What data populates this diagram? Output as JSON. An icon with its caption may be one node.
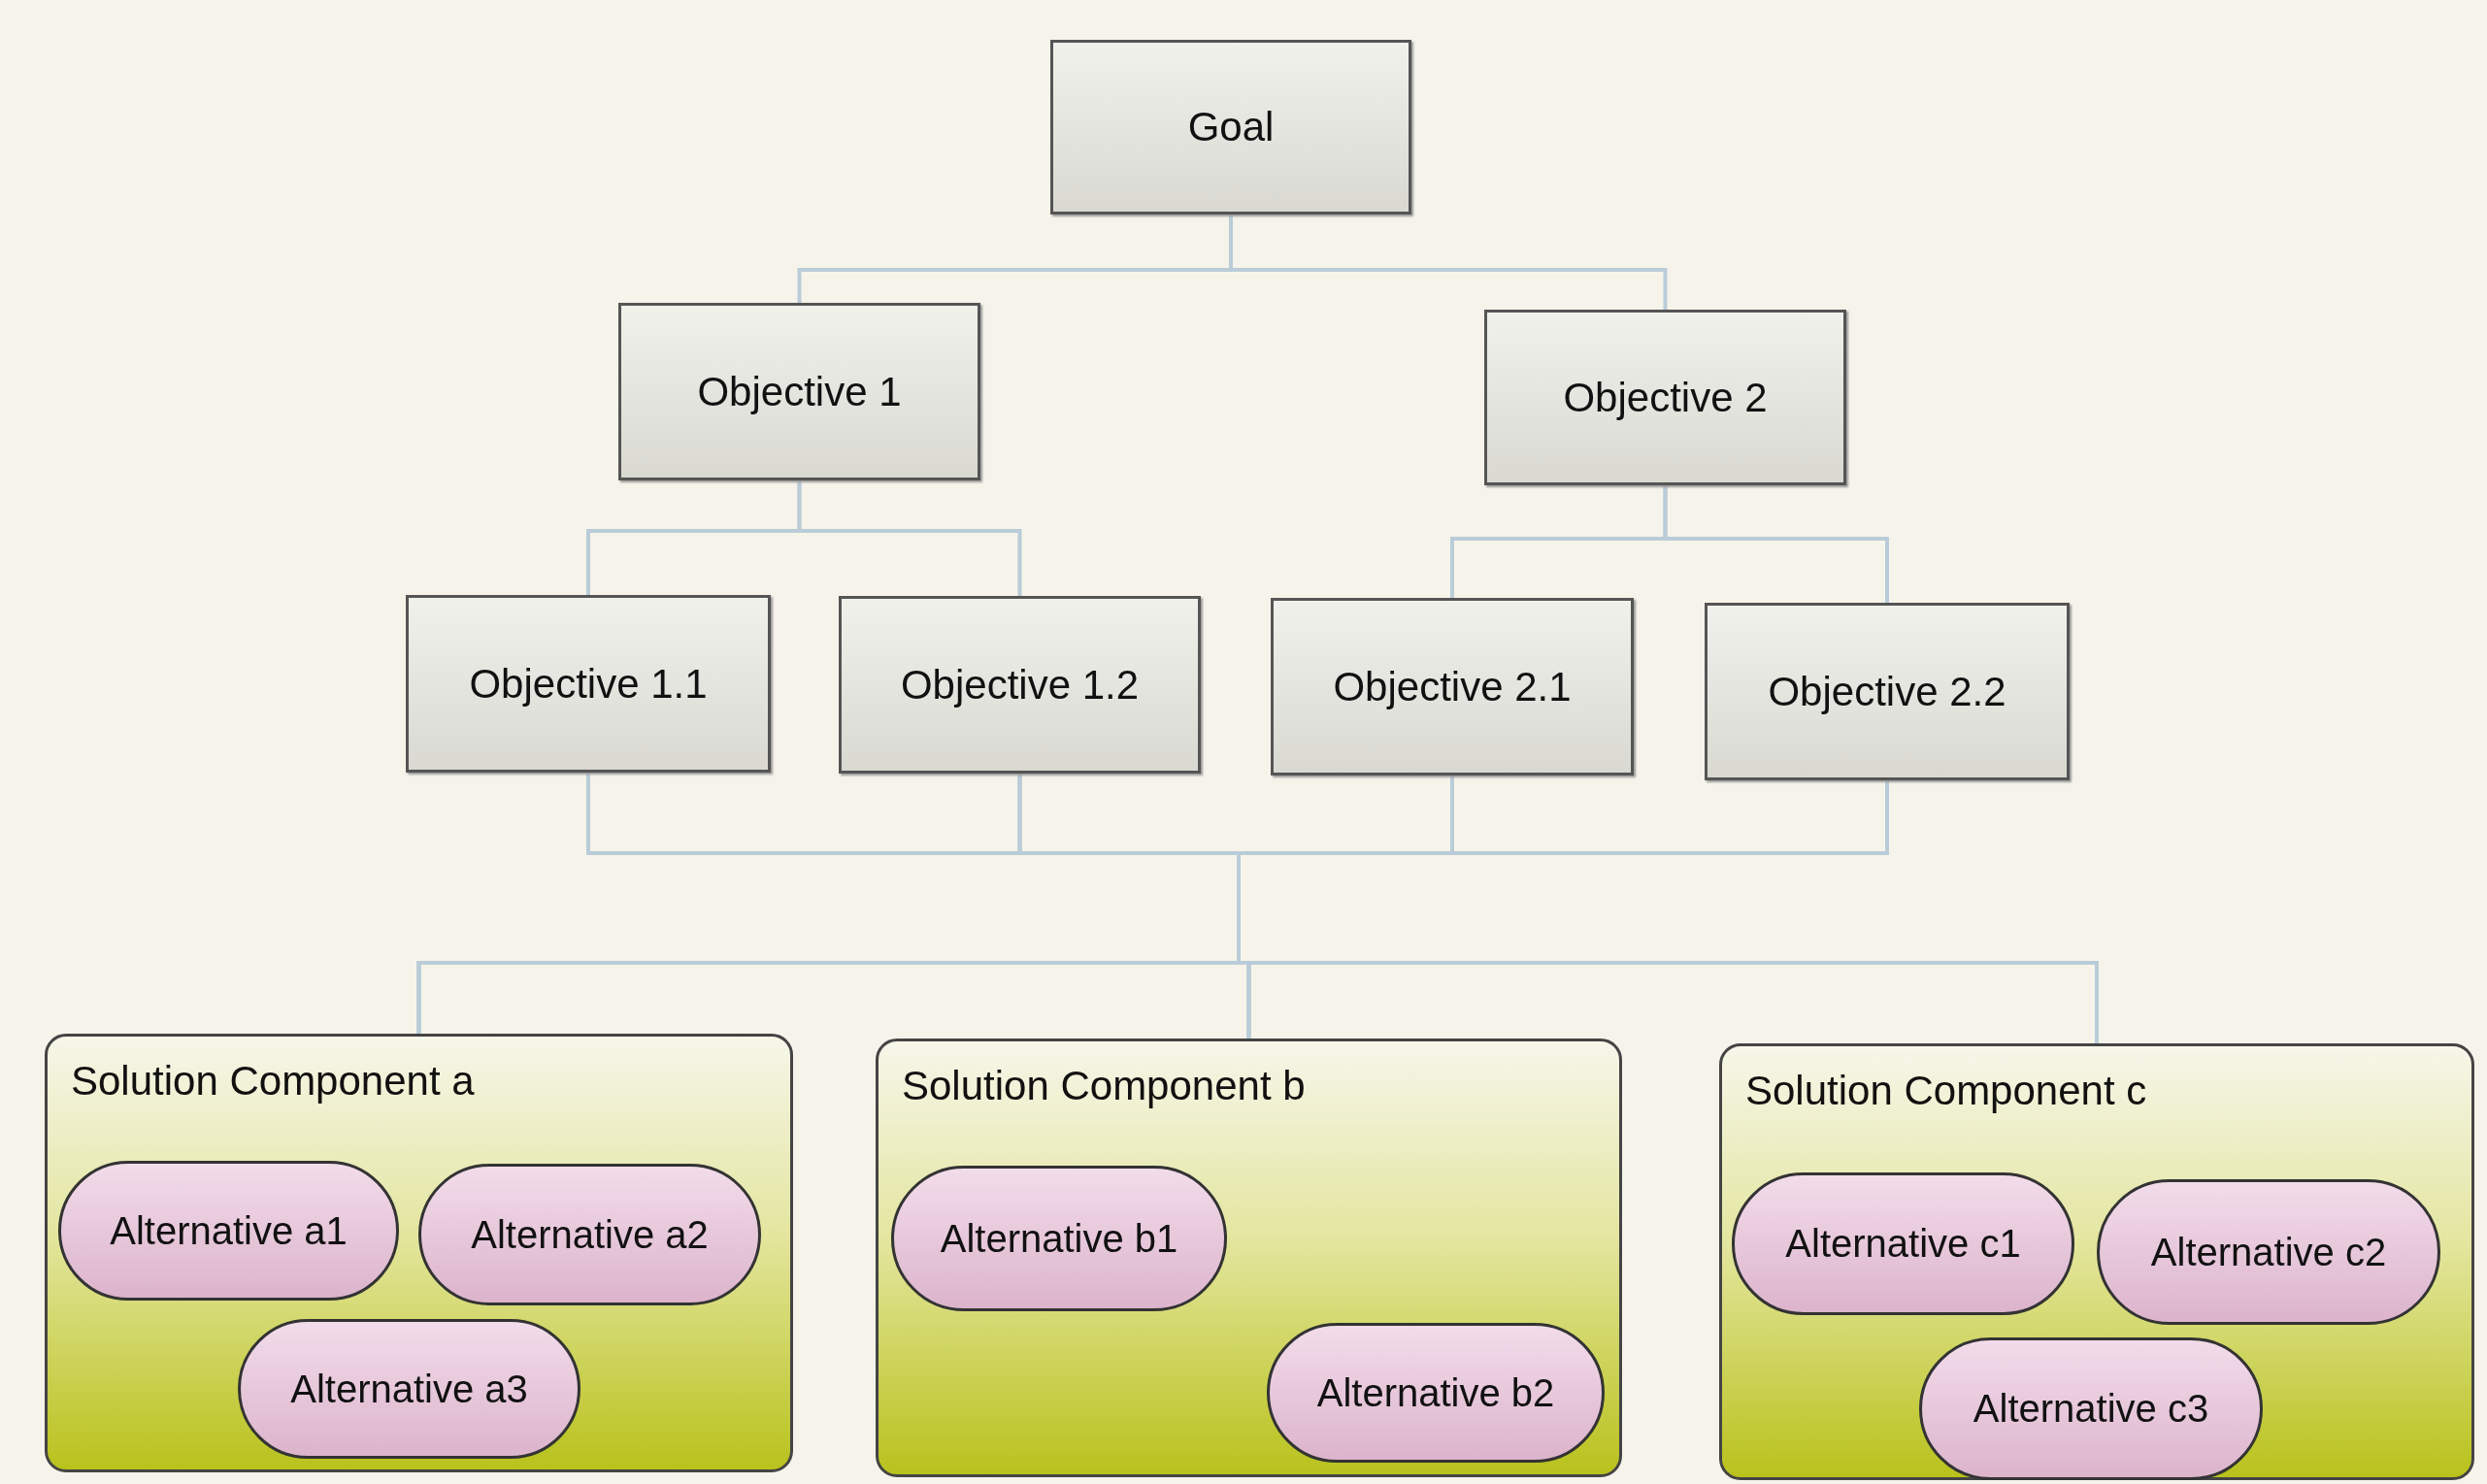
{
  "diagram": {
    "nodes": [
      {
        "text": [
          "Goal"
        ]
      },
      {
        "text": [
          "Objective 1"
        ]
      },
      {
        "text": [
          "Objective 2"
        ]
      },
      {
        "text": [
          "Objective 1.1"
        ]
      },
      {
        "text": [
          "Objective 1.2"
        ]
      },
      {
        "text": [
          "Objective 2.1"
        ]
      },
      {
        "text": [
          "Objective 2.2"
        ]
      },
      {
        "text": [
          "Solution Component a"
        ]
      },
      {
        "text": [
          "Alternative a1"
        ],
        "in": 7
      },
      {
        "text": [
          "Alternative a2"
        ],
        "in": 7
      },
      {
        "text": [
          "Alternative a3"
        ],
        "in": 7
      },
      {
        "text": [
          "Solution Component b"
        ]
      },
      {
        "text": [
          "Alternative b1"
        ],
        "in": 11
      },
      {
        "text": [
          "Alternative b2"
        ],
        "in": 11
      },
      {
        "text": [
          "Solution Component c"
        ]
      },
      {
        "text": [
          "Alternative c1"
        ],
        "in": 14
      },
      {
        "text": [
          "Alternative c2"
        ],
        "in": 14
      },
      {
        "text": [
          "Alternative c3"
        ],
        "in": 14
      }
    ],
    "edges": [
      {
        "from": 0,
        "to": 1,
        "arrow": "none"
      },
      {
        "from": 0,
        "to": 2,
        "arrow": "none"
      },
      {
        "from": 1,
        "to": 3,
        "arrow": "none"
      },
      {
        "from": 1,
        "to": 4,
        "arrow": "none"
      },
      {
        "from": 2,
        "to": 5,
        "arrow": "none"
      },
      {
        "from": 2,
        "to": 6,
        "arrow": "none"
      },
      {
        "from": 3,
        "to": 7,
        "arrow": "none"
      },
      {
        "from": 3,
        "to": 11,
        "arrow": "none"
      },
      {
        "from": 3,
        "to": 14,
        "arrow": "none"
      },
      {
        "from": 4,
        "to": 7,
        "arrow": "none"
      },
      {
        "from": 4,
        "to": 11,
        "arrow": "none"
      },
      {
        "from": 4,
        "to": 14,
        "arrow": "none"
      },
      {
        "from": 5,
        "to": 7,
        "arrow": "none"
      },
      {
        "from": 5,
        "to": 11,
        "arrow": "none"
      },
      {
        "from": 5,
        "to": 14,
        "arrow": "none"
      },
      {
        "from": 6,
        "to": 7,
        "arrow": "none"
      },
      {
        "from": 6,
        "to": 11,
        "arrow": "none"
      },
      {
        "from": 6,
        "to": 14,
        "arrow": "none"
      }
    ]
  }
}
